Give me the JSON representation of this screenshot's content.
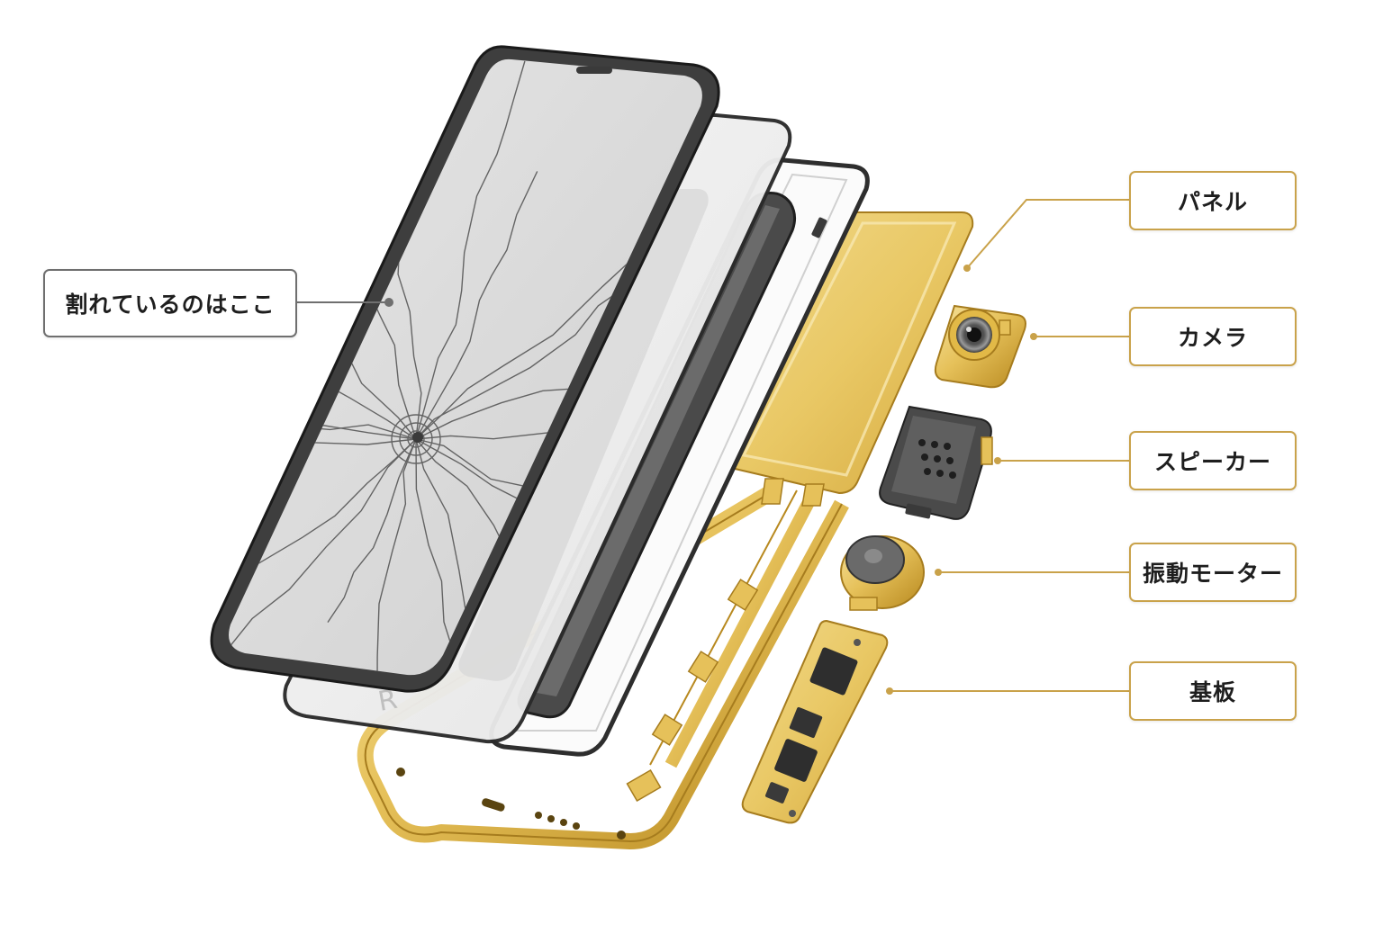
{
  "colors": {
    "gold": "#c9a24a",
    "gold_light": "#efd27a",
    "gold_dark": "#a67c1e",
    "glass": "#d9d9d9",
    "frame_dark": "#3a3a3a",
    "leader_gray": "#6f6f6f"
  },
  "diagram": {
    "callouts": {
      "crack": "割れているのはここ",
      "panel": "パネル",
      "camera": "カメラ",
      "speaker": "スピーカー",
      "motor": "振動モーター",
      "board": "基板"
    },
    "icons": {
      "phone_front": "cracked-screen-icon",
      "camera": "camera-module-icon",
      "speaker": "speaker-module-icon",
      "motor": "vibration-motor-icon",
      "board": "circuit-board-icon"
    }
  }
}
